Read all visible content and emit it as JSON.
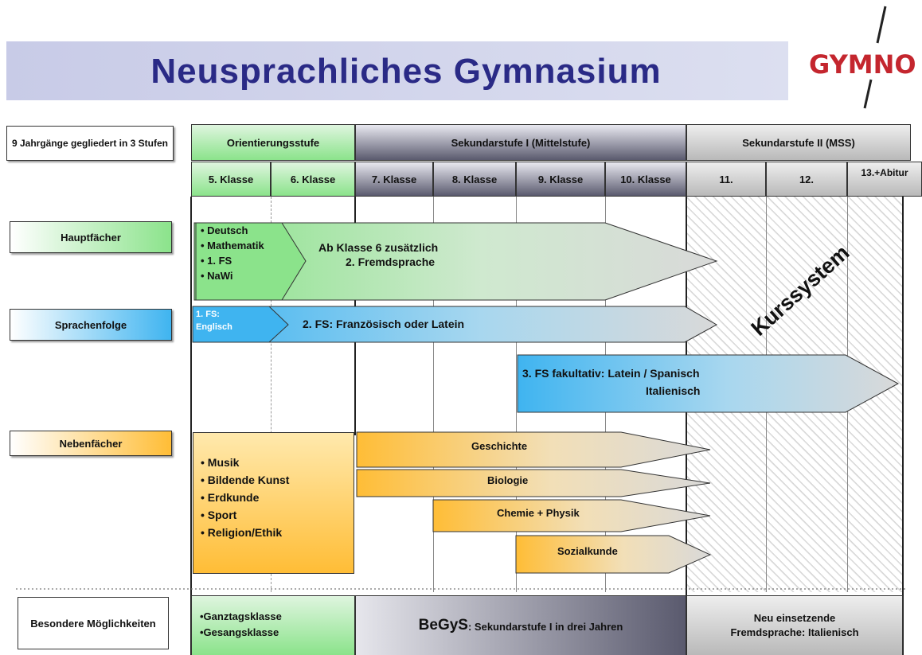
{
  "title": "Neusprachliches Gymnasium",
  "logo": "GYMNO",
  "row_header": "9 Jahrgänge gegliedert in 3 Stufen",
  "stages": [
    "Orientierungsstufe",
    "Sekundarstufe I (Mittelstufe)",
    "Sekundarstufe II (MSS)"
  ],
  "grades": [
    "5. Klasse",
    "6. Klasse",
    "7. Klasse",
    "8. Klasse",
    "9. Klasse",
    "10. Klasse",
    "11.",
    "12.",
    "13.+Abitur"
  ],
  "categories": {
    "haupt": "Hauptfächer",
    "sprachen": "Sprachenfolge",
    "neben": "Nebenfächer",
    "besondere": "Besondere Möglichkeiten"
  },
  "haupt_list": [
    "• Deutsch",
    "• Mathematik",
    "• 1. FS",
    "• NaWi"
  ],
  "haupt_arrow": [
    "Ab Klasse 6 zusätzlich",
    "2. Fremdsprache"
  ],
  "fs1": [
    "1. FS:",
    "Englisch"
  ],
  "fs2": "2. FS: Französisch oder Latein",
  "fs3": [
    "3. FS fakultativ: Latein / Spanisch",
    "Italienisch"
  ],
  "kurssystem": "Kurssystem",
  "neben_list": [
    "• Musik",
    "• Bildende Kunst",
    "• Erdkunde",
    "• Sport",
    "• Religion/Ethik"
  ],
  "neben_arrows": [
    "Geschichte",
    "Biologie",
    "Chemie + Physik",
    "Sozialkunde"
  ],
  "besondere": {
    "orient": [
      "•Ganztagsklasse",
      "•Gesangsklasse"
    ],
    "begys_title": "BeGyS",
    "begys_text": ": Sekundarstufe I in drei Jahren",
    "mss": [
      "Neu einsetzende",
      "Fremdsprache: Italienisch"
    ]
  },
  "colors": {
    "title": "#2a2a86",
    "logo": "#c4262e",
    "green": "#8be38b",
    "blue": "#3fb4f0",
    "orange": "#ffbd36",
    "dark": "#5a5a6e"
  }
}
